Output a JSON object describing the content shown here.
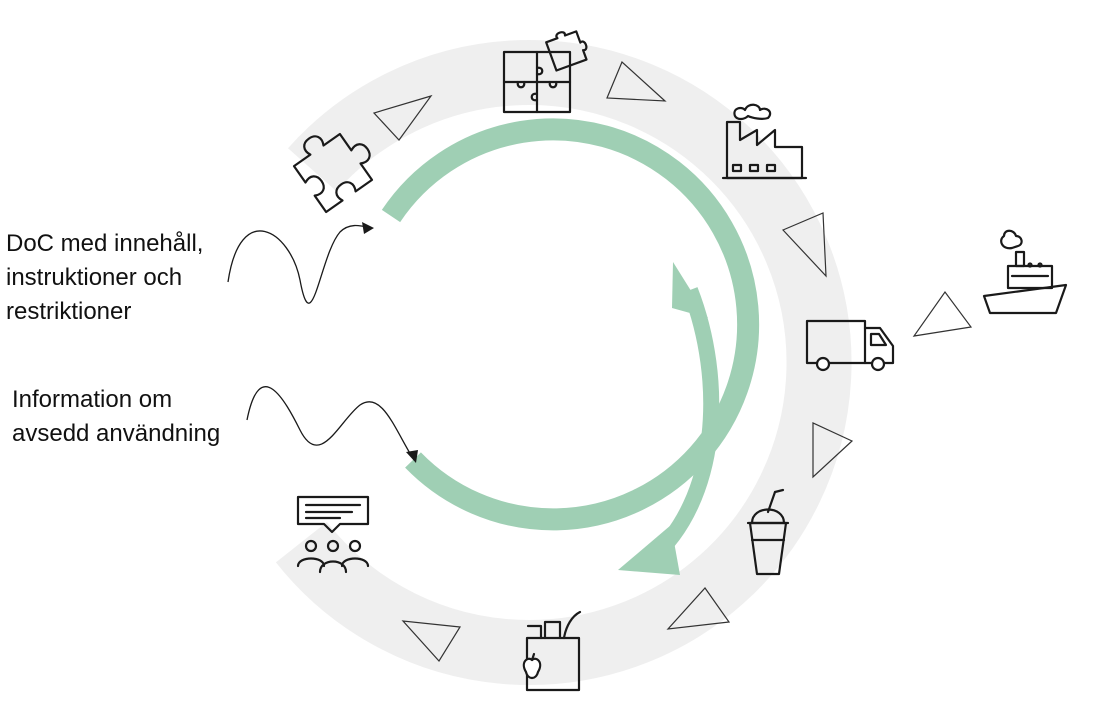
{
  "colors": {
    "ring": "#efefef",
    "cycle_arrow": "#9fcfb4",
    "line": "#1a1a1a"
  },
  "inputs": [
    {
      "name": "doc",
      "lines": [
        "DoC med innehåll,",
        "instruktioner och",
        "restriktioner"
      ]
    },
    {
      "name": "info",
      "lines": [
        "Information om",
        "avsedd användning"
      ]
    }
  ],
  "stages": [
    {
      "id": "component",
      "icon": "puzzle-piece-icon"
    },
    {
      "id": "assembly",
      "icon": "puzzle-assembly-icon"
    },
    {
      "id": "factory",
      "icon": "factory-icon"
    },
    {
      "id": "transport",
      "icon": "truck-icon"
    },
    {
      "id": "ship",
      "icon": "ship-icon"
    },
    {
      "id": "food-contact",
      "icon": "drink-cup-icon"
    },
    {
      "id": "grocery",
      "icon": "grocery-bag-icon"
    },
    {
      "id": "consumers",
      "icon": "people-speech-icon"
    }
  ]
}
